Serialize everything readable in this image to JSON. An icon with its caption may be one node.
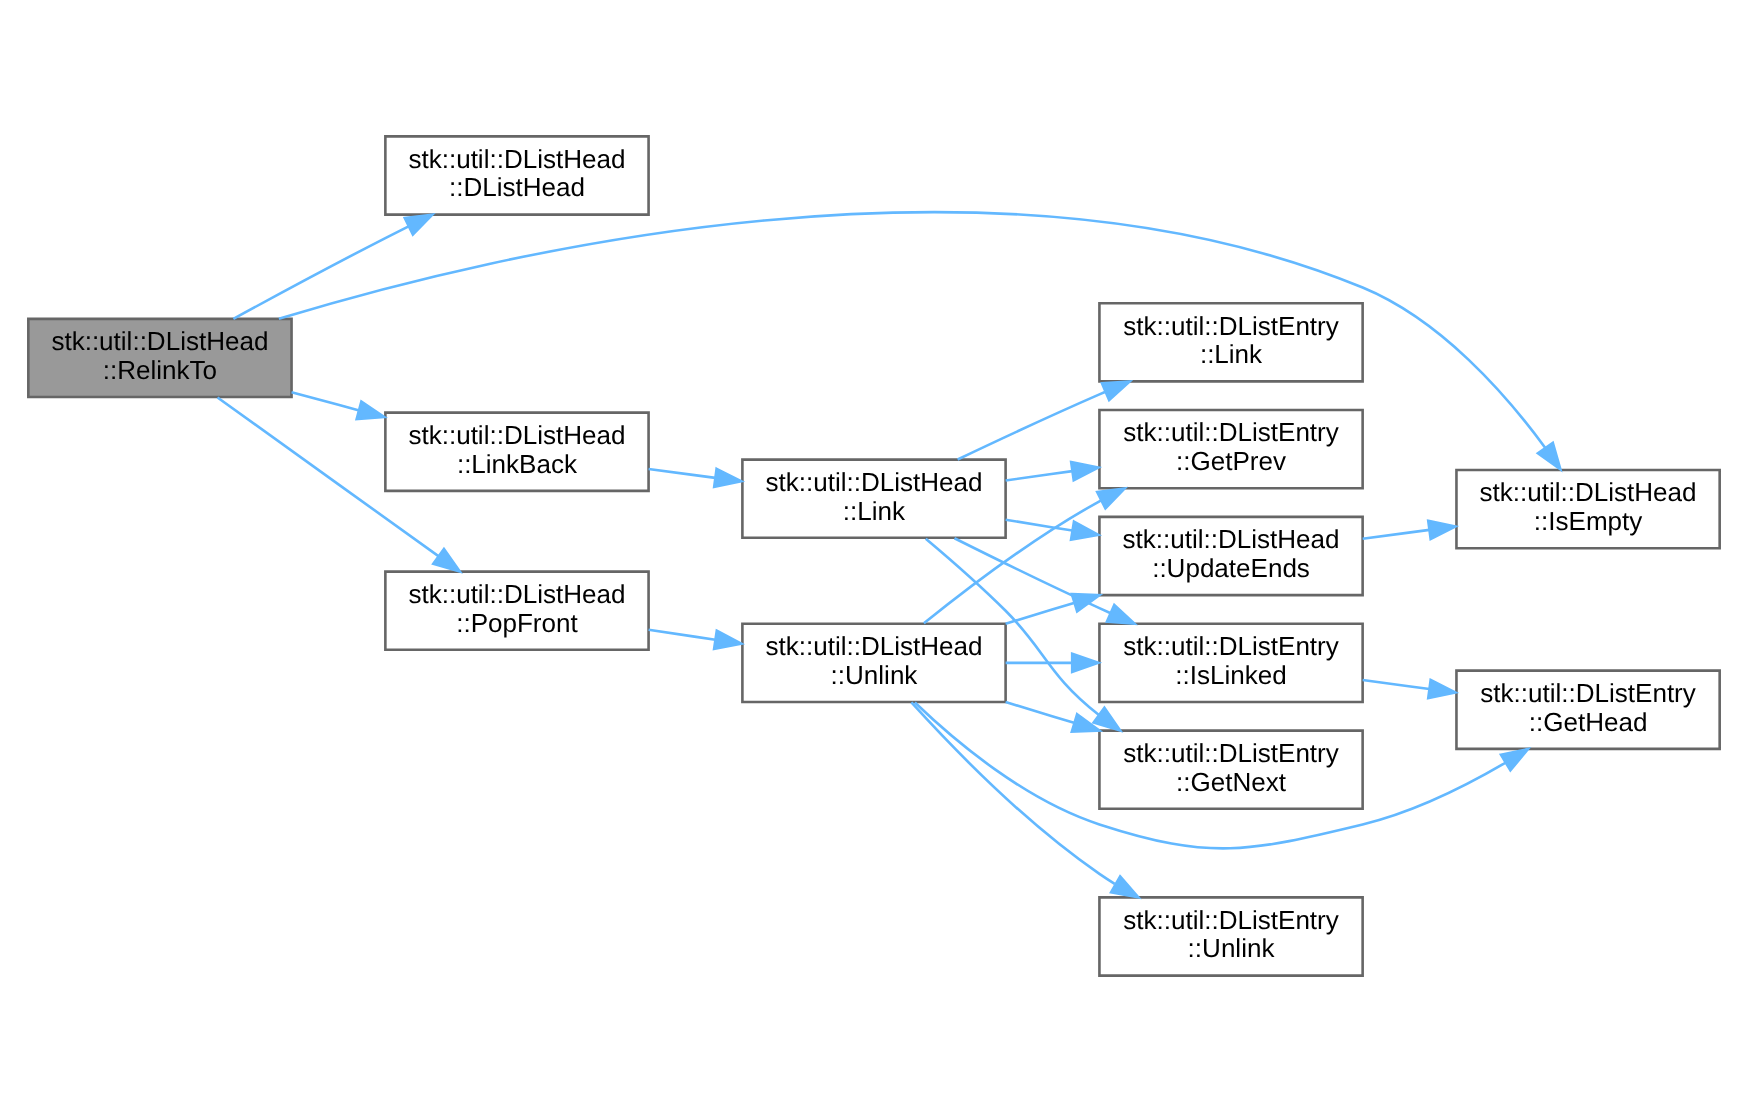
{
  "diagram": {
    "nodes": [
      {
        "text": [
          "stk::util::DListHead ::RelinkTo"
        ]
      },
      {
        "text": [
          "stk::util::DListHead ::DListHead"
        ]
      },
      {
        "text": [
          "stk::util::DListHead ::LinkBack"
        ]
      },
      {
        "text": [
          "stk::util::DListHead ::PopFront"
        ]
      },
      {
        "text": [
          "stk::util::DListHead ::Link"
        ]
      },
      {
        "text": [
          "stk::util::DListHead ::Unlink"
        ]
      },
      {
        "text": [
          "stk::util::DListEntry ::Link"
        ]
      },
      {
        "text": [
          "stk::util::DListEntry ::GetPrev"
        ]
      },
      {
        "text": [
          "stk::util::DListHead ::UpdateEnds"
        ]
      },
      {
        "text": [
          "stk::util::DListEntry ::IsLinked"
        ]
      },
      {
        "text": [
          "stk::util::DListEntry ::GetNext"
        ]
      },
      {
        "text": [
          "stk::util::DListEntry ::Unlink"
        ]
      },
      {
        "text": [
          "stk::util::DListHead ::IsEmpty"
        ]
      },
      {
        "text": [
          "stk::util::DListEntry ::GetHead"
        ]
      }
    ],
    "edges": [
      {
        "from": 0,
        "to": 1,
        "arrow": "to"
      },
      {
        "from": 0,
        "to": 12,
        "arrow": "to"
      },
      {
        "from": 0,
        "to": 2,
        "arrow": "to"
      },
      {
        "from": 0,
        "to": 3,
        "arrow": "to"
      },
      {
        "from": 2,
        "to": 4,
        "arrow": "to"
      },
      {
        "from": 3,
        "to": 5,
        "arrow": "to"
      },
      {
        "from": 4,
        "to": 6,
        "arrow": "to"
      },
      {
        "from": 4,
        "to": 7,
        "arrow": "to"
      },
      {
        "from": 4,
        "to": 8,
        "arrow": "to"
      },
      {
        "from": 4,
        "to": 9,
        "arrow": "to"
      },
      {
        "from": 4,
        "to": 10,
        "arrow": "to"
      },
      {
        "from": 5,
        "to": 7,
        "arrow": "to"
      },
      {
        "from": 5,
        "to": 8,
        "arrow": "to"
      },
      {
        "from": 5,
        "to": 9,
        "arrow": "to"
      },
      {
        "from": 5,
        "to": 10,
        "arrow": "to"
      },
      {
        "from": 5,
        "to": 13,
        "arrow": "to"
      },
      {
        "from": 5,
        "to": 11,
        "arrow": "to"
      },
      {
        "from": 8,
        "to": 12,
        "arrow": "to"
      },
      {
        "from": 9,
        "to": 13,
        "arrow": "to"
      }
    ]
  }
}
